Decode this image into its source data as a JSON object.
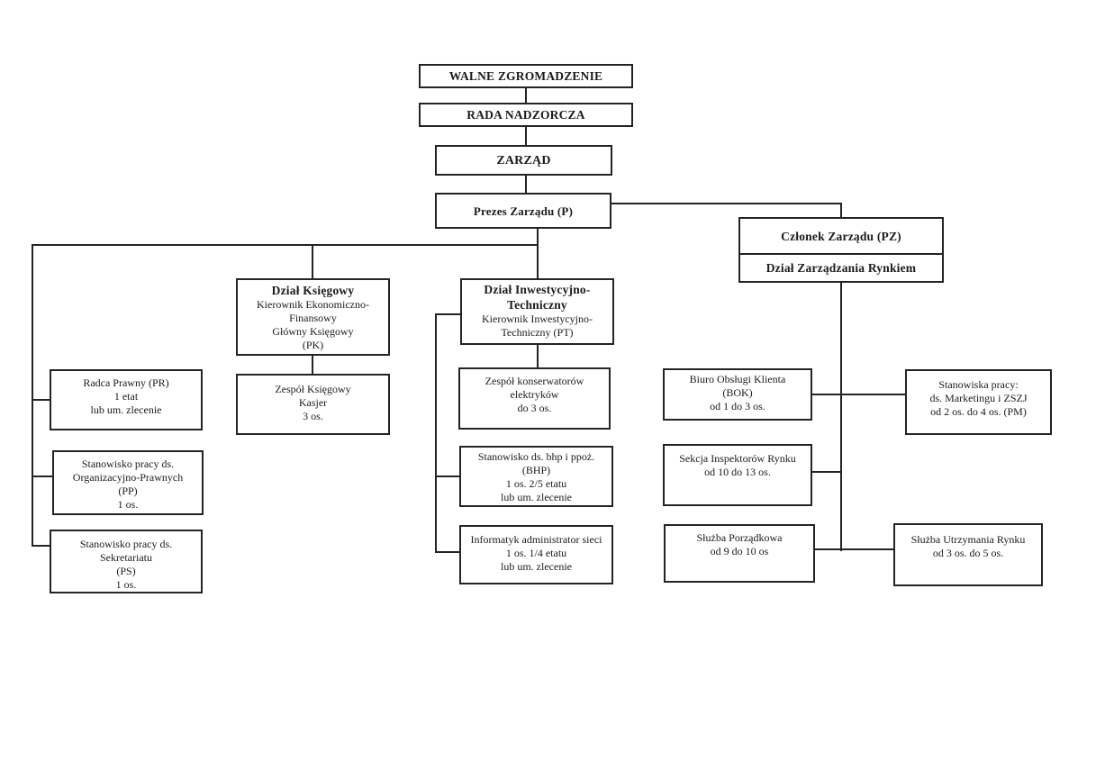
{
  "nodes": {
    "walne": {
      "label": "WALNE ZGROMADZENIE"
    },
    "rada": {
      "label": "RADA NADZORCZA"
    },
    "zarzad": {
      "label": "ZARZĄD"
    },
    "prezes": {
      "label": "Prezes Zarządu (P)"
    },
    "czlonek": {
      "label": "Członek Zarządu (PZ)"
    },
    "rynkiem": {
      "label": "Dział Zarządzania Rynkiem"
    },
    "ksiegowy": {
      "title": "Dział Księgowy",
      "lines": [
        "Kierownik Ekonomiczno-",
        "Finansowy",
        "Główny Księgowy",
        "(PK)"
      ]
    },
    "zespol": {
      "lines": [
        "Zespół Księgowy",
        "Kasjer",
        "3 os."
      ]
    },
    "inwest": {
      "title1": "Dział Inwestycyjno-",
      "title2": "Techniczny",
      "lines": [
        "Kierownik Inwestycyjno-",
        "Techniczny (PT)"
      ]
    },
    "konserw": {
      "lines": [
        "Zespół konserwatorów",
        "elektryków",
        "do 3 os."
      ]
    },
    "bhp": {
      "lines": [
        "Stanowisko ds. bhp i ppoż.",
        "(BHP)",
        "1 os. 2/5 etatu",
        "lub um. zlecenie"
      ]
    },
    "informatyk": {
      "lines": [
        "Informatyk administrator sieci",
        "1 os. 1/4 etatu",
        "lub um. zlecenie"
      ]
    },
    "radca": {
      "lines": [
        "Radca Prawny (PR)",
        "1 etat",
        "lub um. zlecenie"
      ]
    },
    "pp": {
      "lines": [
        "Stanowisko pracy ds.",
        "Organizacyjno-Prawnych",
        "(PP)",
        "1 os."
      ]
    },
    "ps": {
      "lines": [
        "Stanowisko pracy ds.",
        "Sekretariatu",
        "(PS)",
        "1 os."
      ]
    },
    "bok": {
      "lines": [
        "Biuro Obsługi Klienta",
        "(BOK)",
        "od 1 do 3 os."
      ]
    },
    "sekcja": {
      "lines": [
        "Sekcja Inspektorów Rynku",
        "od 10 do 13 os."
      ]
    },
    "porzadkowa": {
      "lines": [
        "Służba Porządkowa",
        "od 9 do 10 os"
      ]
    },
    "marketing": {
      "lines": [
        "Stanowiska pracy:",
        "ds. Marketingu i ZSZJ",
        "od 2 os. do 4 os. (PM)"
      ]
    },
    "utrzymania": {
      "lines": [
        "Służba Utrzymania Rynku",
        "od 3 os. do 5 os."
      ]
    }
  }
}
